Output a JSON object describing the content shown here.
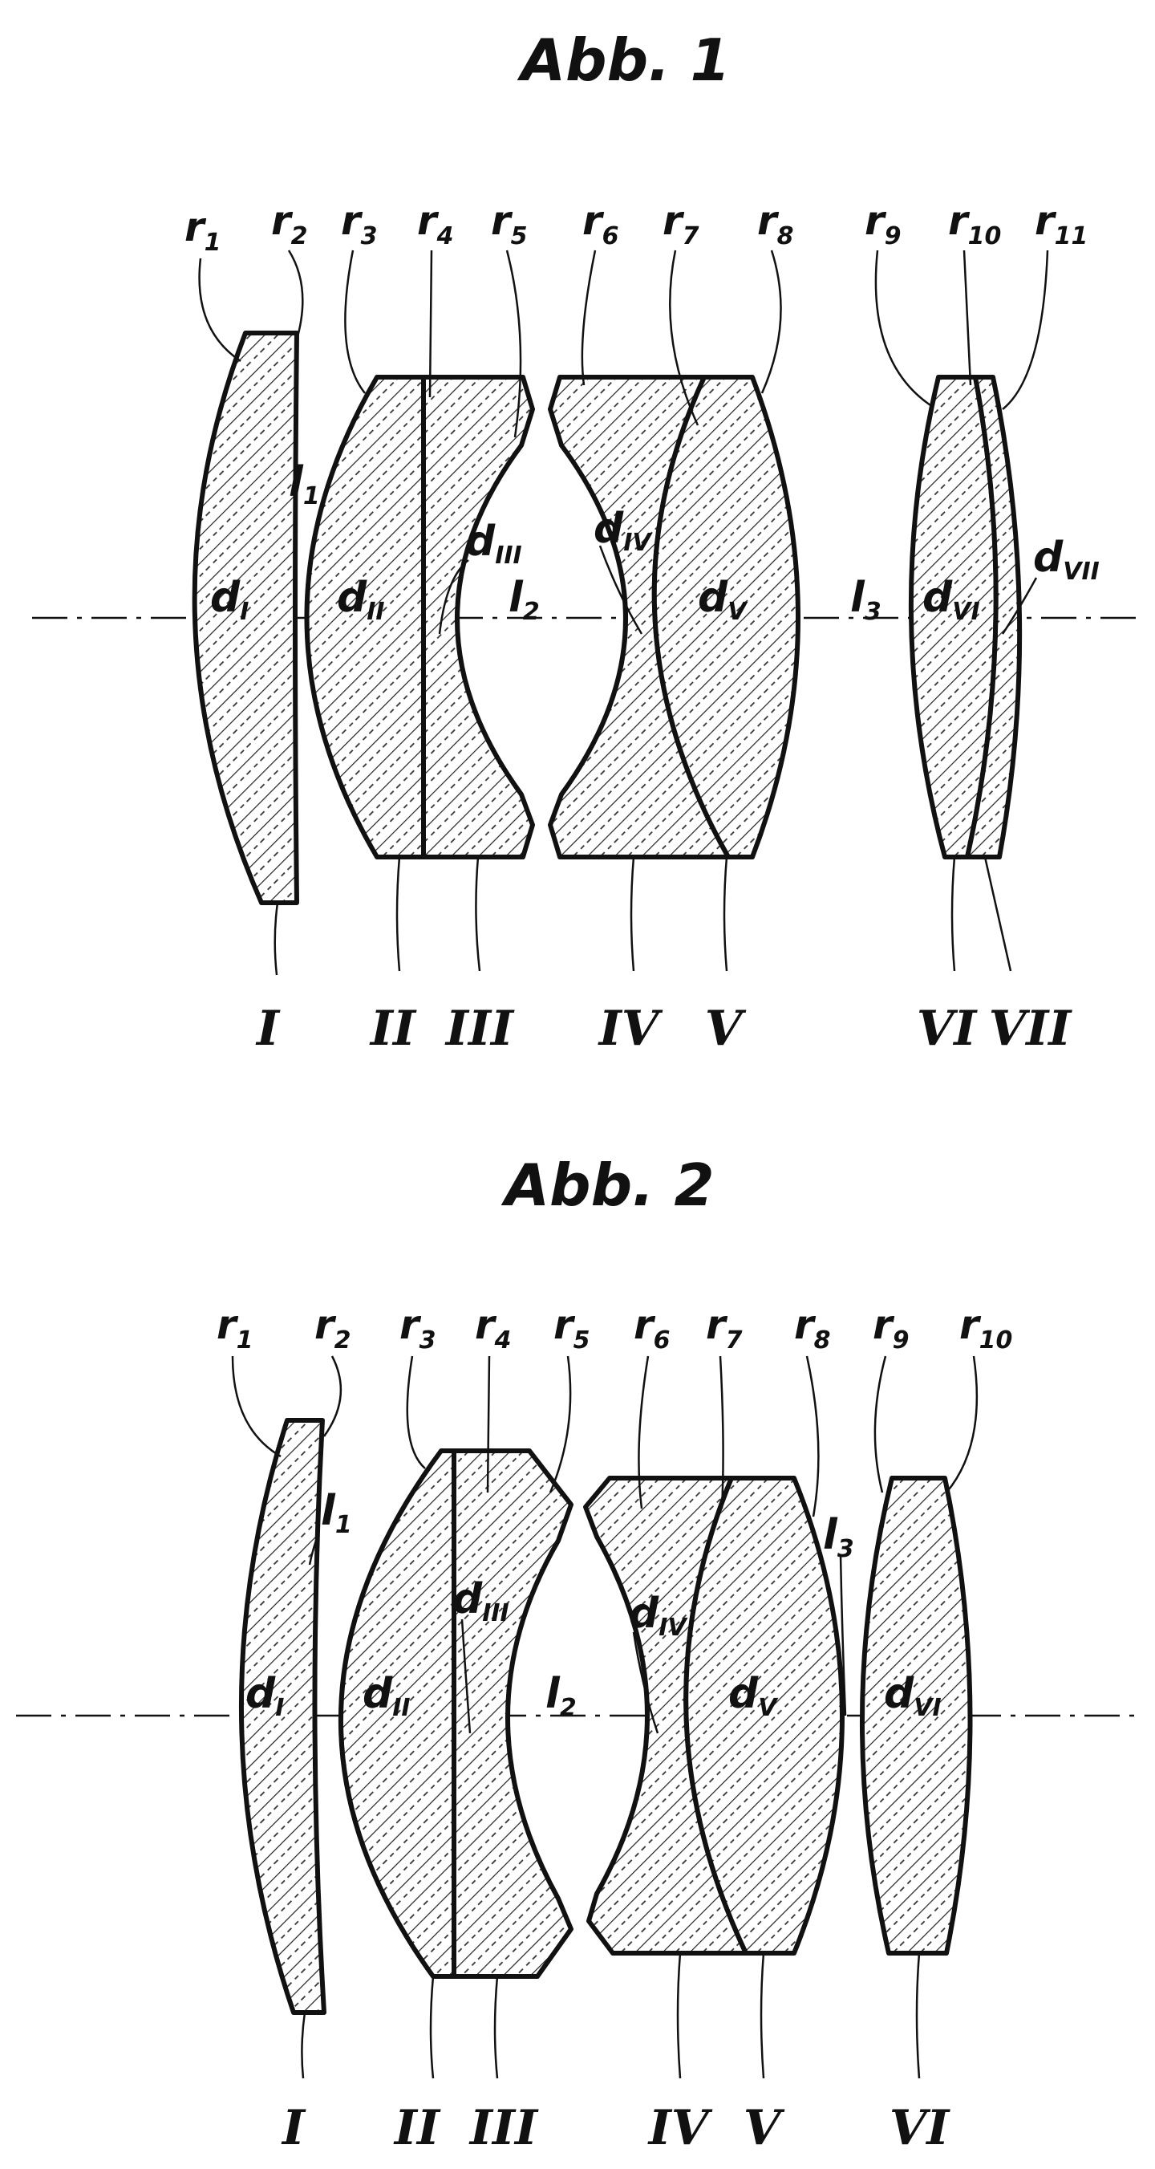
{
  "figures": [
    {
      "title": "Abb. 1",
      "radii": [
        {
          "base": "r",
          "sub": "1"
        },
        {
          "base": "r",
          "sub": "2"
        },
        {
          "base": "r",
          "sub": "3"
        },
        {
          "base": "r",
          "sub": "4"
        },
        {
          "base": "r",
          "sub": "5"
        },
        {
          "base": "r",
          "sub": "6"
        },
        {
          "base": "r",
          "sub": "7"
        },
        {
          "base": "r",
          "sub": "8"
        },
        {
          "base": "r",
          "sub": "9"
        },
        {
          "base": "r",
          "sub": "10"
        },
        {
          "base": "r",
          "sub": "11"
        }
      ],
      "thickness_labels": [
        {
          "base": "d",
          "sub": "I"
        },
        {
          "base": "d",
          "sub": "II"
        },
        {
          "base": "d",
          "sub": "III"
        },
        {
          "base": "d",
          "sub": "IV"
        },
        {
          "base": "d",
          "sub": "V"
        },
        {
          "base": "d",
          "sub": "VI"
        },
        {
          "base": "d",
          "sub": "VII"
        }
      ],
      "spacing_labels": [
        {
          "base": "l",
          "sub": "1"
        },
        {
          "base": "l",
          "sub": "2"
        },
        {
          "base": "l",
          "sub": "3"
        }
      ],
      "element_numerals": [
        "I",
        "II",
        "III",
        "IV",
        "V",
        "VI",
        "VII"
      ]
    },
    {
      "title": "Abb. 2",
      "radii": [
        {
          "base": "r",
          "sub": "1"
        },
        {
          "base": "r",
          "sub": "2"
        },
        {
          "base": "r",
          "sub": "3"
        },
        {
          "base": "r",
          "sub": "4"
        },
        {
          "base": "r",
          "sub": "5"
        },
        {
          "base": "r",
          "sub": "6"
        },
        {
          "base": "r",
          "sub": "7"
        },
        {
          "base": "r",
          "sub": "8"
        },
        {
          "base": "r",
          "sub": "9"
        },
        {
          "base": "r",
          "sub": "10"
        }
      ],
      "thickness_labels": [
        {
          "base": "d",
          "sub": "I"
        },
        {
          "base": "d",
          "sub": "II"
        },
        {
          "base": "d",
          "sub": "III"
        },
        {
          "base": "d",
          "sub": "IV"
        },
        {
          "base": "d",
          "sub": "V"
        },
        {
          "base": "d",
          "sub": "VI"
        }
      ],
      "spacing_labels": [
        {
          "base": "l",
          "sub": "1"
        },
        {
          "base": "l",
          "sub": "2"
        },
        {
          "base": "l",
          "sub": "3"
        }
      ],
      "element_numerals": [
        "I",
        "II",
        "III",
        "IV",
        "V",
        "VI"
      ]
    }
  ],
  "colors": {
    "ink": "#111111",
    "background": "#ffffff"
  }
}
